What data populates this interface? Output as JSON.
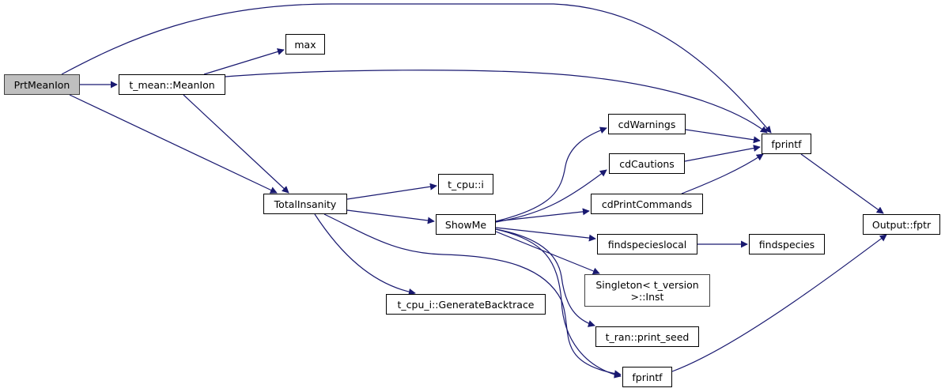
{
  "diagram": {
    "type": "call-graph",
    "edge_color": "#191970",
    "root_fill": "#bfbfbf",
    "nodes": [
      {
        "id": "PrtMeanIon",
        "label": "PrtMeanIon",
        "root": true
      },
      {
        "id": "MeanIon",
        "label": "t_mean::MeanIon"
      },
      {
        "id": "max",
        "label": "max"
      },
      {
        "id": "TotalInsanity",
        "label": "TotalInsanity"
      },
      {
        "id": "cpu_i",
        "label": "t_cpu::i"
      },
      {
        "id": "ShowMe",
        "label": "ShowMe"
      },
      {
        "id": "GenerateBacktrace",
        "label": "t_cpu_i::GenerateBacktrace"
      },
      {
        "id": "cdWarnings",
        "label": "cdWarnings"
      },
      {
        "id": "cdCautions",
        "label": "cdCautions"
      },
      {
        "id": "cdPrintCommands",
        "label": "cdPrintCommands"
      },
      {
        "id": "findspecieslocal",
        "label": "findspecieslocal"
      },
      {
        "id": "findspecies",
        "label": "findspecies"
      },
      {
        "id": "SingletonInst",
        "label": "Singleton< t_version\n>::Inst"
      },
      {
        "id": "print_seed",
        "label": "t_ran::print_seed"
      },
      {
        "id": "fprintf_bottom",
        "label": "fprintf"
      },
      {
        "id": "fprintf_top",
        "label": "fprintf"
      },
      {
        "id": "fptr",
        "label": "Output::fptr"
      }
    ],
    "edges": [
      [
        "PrtMeanIon",
        "MeanIon"
      ],
      [
        "PrtMeanIon",
        "fprintf_top"
      ],
      [
        "PrtMeanIon",
        "TotalInsanity"
      ],
      [
        "MeanIon",
        "max"
      ],
      [
        "MeanIon",
        "fprintf_top"
      ],
      [
        "MeanIon",
        "TotalInsanity"
      ],
      [
        "TotalInsanity",
        "cpu_i"
      ],
      [
        "TotalInsanity",
        "ShowMe"
      ],
      [
        "TotalInsanity",
        "GenerateBacktrace"
      ],
      [
        "TotalInsanity",
        "fprintf_bottom"
      ],
      [
        "ShowMe",
        "cdWarnings"
      ],
      [
        "ShowMe",
        "cdCautions"
      ],
      [
        "ShowMe",
        "cdPrintCommands"
      ],
      [
        "ShowMe",
        "findspecieslocal"
      ],
      [
        "ShowMe",
        "SingletonInst"
      ],
      [
        "ShowMe",
        "print_seed"
      ],
      [
        "ShowMe",
        "fprintf_bottom"
      ],
      [
        "cdWarnings",
        "fprintf_top"
      ],
      [
        "cdCautions",
        "fprintf_top"
      ],
      [
        "cdPrintCommands",
        "fprintf_top"
      ],
      [
        "findspecieslocal",
        "findspecies"
      ],
      [
        "fprintf_top",
        "fptr"
      ],
      [
        "fprintf_bottom",
        "fptr"
      ]
    ]
  }
}
